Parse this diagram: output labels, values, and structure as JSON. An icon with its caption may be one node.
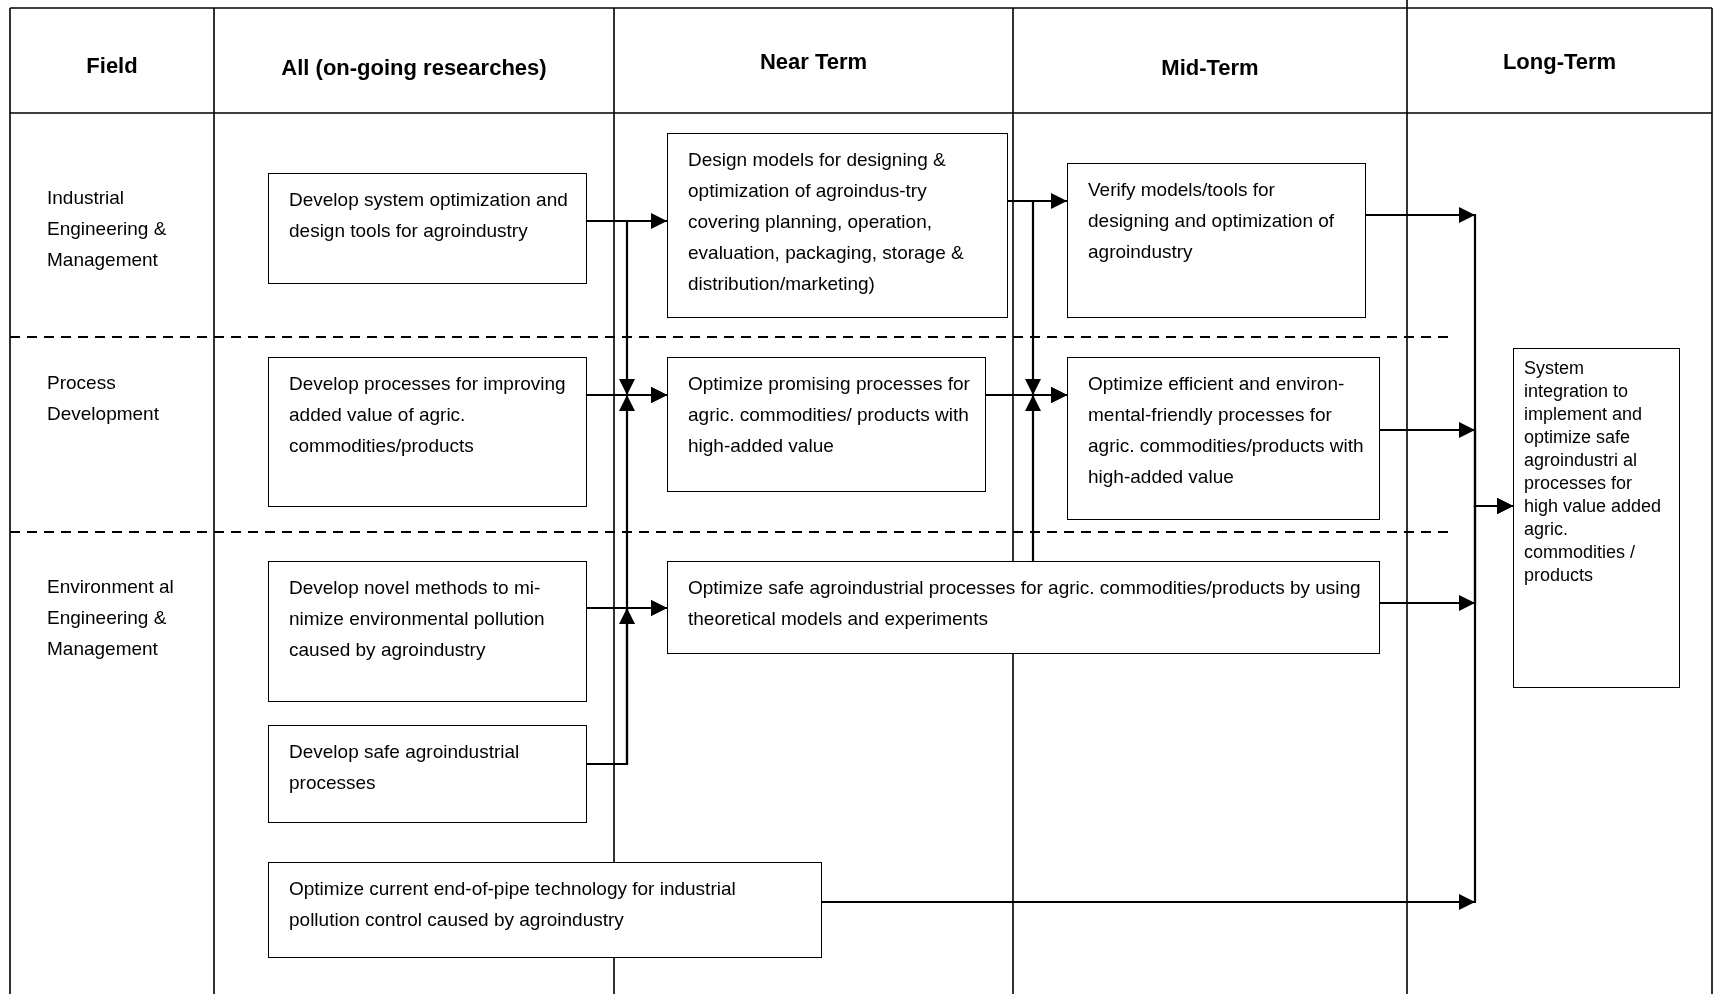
{
  "diagram": {
    "nodes": [
      {
        "text": [
          "Develop system optimization and design tools for agroindustry"
        ]
      },
      {
        "text": [
          "Design models for designing & optimization of agroindus-try covering planning, operation, evaluation, packaging, storage & distribution/marketing)"
        ]
      },
      {
        "text": [
          "Verify models/tools for designing and optimization of agroindustry"
        ]
      },
      {
        "text": [
          "Develop processes for improving added value of agric. commodities/products"
        ]
      },
      {
        "text": [
          "Optimize promising processes for agric. commodities/ products with high-added value"
        ]
      },
      {
        "text": [
          "Optimize efficient and environ-mental-friendly processes for agric. commodities/products with high-added value"
        ]
      },
      {
        "text": [
          "Develop novel methods to mi-nimize environmental pollution caused by agroindustry"
        ]
      },
      {
        "text": [
          "Develop safe agroindustrial processes"
        ]
      },
      {
        "text": [
          "Optimize safe agroindustrial processes for agric. commodities/products by using theoretical models and experiments"
        ]
      },
      {
        "text": [
          "Optimize current end-of-pipe technology for industrial pollution control caused by agroindustry"
        ]
      },
      {
        "text": [
          "System integration to implement and optimize safe agroindustri al processes for high value added agric. commodities / products"
        ]
      }
    ],
    "edges": [
      {
        "from": 0,
        "to": 1,
        "arrow": "to"
      },
      {
        "from": 0,
        "to": 4,
        "arrow": "to"
      },
      {
        "from": 3,
        "to": 4,
        "arrow": "to"
      },
      {
        "from": 7,
        "to": 4,
        "arrow": "to"
      },
      {
        "from": 7,
        "to": 8,
        "arrow": "to"
      },
      {
        "from": 6,
        "to": 8,
        "arrow": "to"
      },
      {
        "from": 1,
        "to": 2,
        "arrow": "to"
      },
      {
        "from": 1,
        "to": 5,
        "arrow": "to"
      },
      {
        "from": 4,
        "to": 5,
        "arrow": "to"
      },
      {
        "from": 8,
        "to": 5,
        "arrow": "to"
      },
      {
        "from": 2,
        "to": 10,
        "arrow": "to"
      },
      {
        "from": 5,
        "to": 10,
        "arrow": "to"
      },
      {
        "from": 8,
        "to": 10,
        "arrow": "to"
      },
      {
        "from": 9,
        "to": 10,
        "arrow": "to"
      }
    ],
    "labels": [
      "Field",
      "All (on-going researches)",
      "Near Term",
      "Mid-Term",
      "Long-Term",
      "Industrial Engineering & Management",
      "Process Development",
      "Environment al Engineering & Management"
    ]
  }
}
